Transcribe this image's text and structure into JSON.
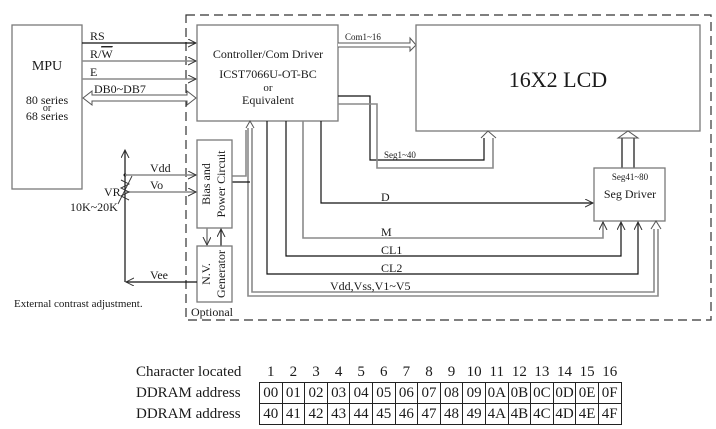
{
  "mpu": {
    "title": "MPU",
    "line1": "80 series",
    "line2": "or",
    "line3": "68 series"
  },
  "signals": {
    "rs": "RS",
    "rw": "R/W",
    "rw_overbar": "W",
    "rw_prefix": "R/",
    "e": "E",
    "db": "DB0~DB7",
    "com": "Com1~16",
    "seg1": "Seg1~40",
    "d": "D",
    "m": "M",
    "cl1": "CL1",
    "cl2": "CL2",
    "power": "Vdd,Vss,V1~V5",
    "vdd": "Vdd",
    "vo": "Vo",
    "vee": "Vee"
  },
  "controller": {
    "line1": "Controller/Com Driver",
    "line2": "ICST7066U-OT-BC",
    "line3": "or",
    "line4": "Equivalent"
  },
  "lcd": {
    "title": "16X2 LCD"
  },
  "seg_driver": {
    "sub": "Seg41~80",
    "title": "Seg Driver"
  },
  "bias": {
    "line1": "Bias and",
    "line2": "Power Circuit"
  },
  "nv": {
    "line1": "N.V.",
    "line2": "Generator",
    "note": "Optional"
  },
  "vr": {
    "label": "VR",
    "range": "10K~20K"
  },
  "external_note": "External contrast adjustment.",
  "table": {
    "row_labels": [
      "Character located",
      "DDRAM address",
      "DDRAM address"
    ],
    "positions": [
      "1",
      "2",
      "3",
      "4",
      "5",
      "6",
      "7",
      "8",
      "9",
      "10",
      "11",
      "12",
      "13",
      "14",
      "15",
      "16"
    ],
    "line1": [
      "00",
      "01",
      "02",
      "03",
      "04",
      "05",
      "06",
      "07",
      "08",
      "09",
      "0A",
      "0B",
      "0C",
      "0D",
      "0E",
      "0F"
    ],
    "line2": [
      "40",
      "41",
      "42",
      "43",
      "44",
      "45",
      "46",
      "47",
      "48",
      "49",
      "4A",
      "4B",
      "4C",
      "4D",
      "4E",
      "4F"
    ]
  }
}
